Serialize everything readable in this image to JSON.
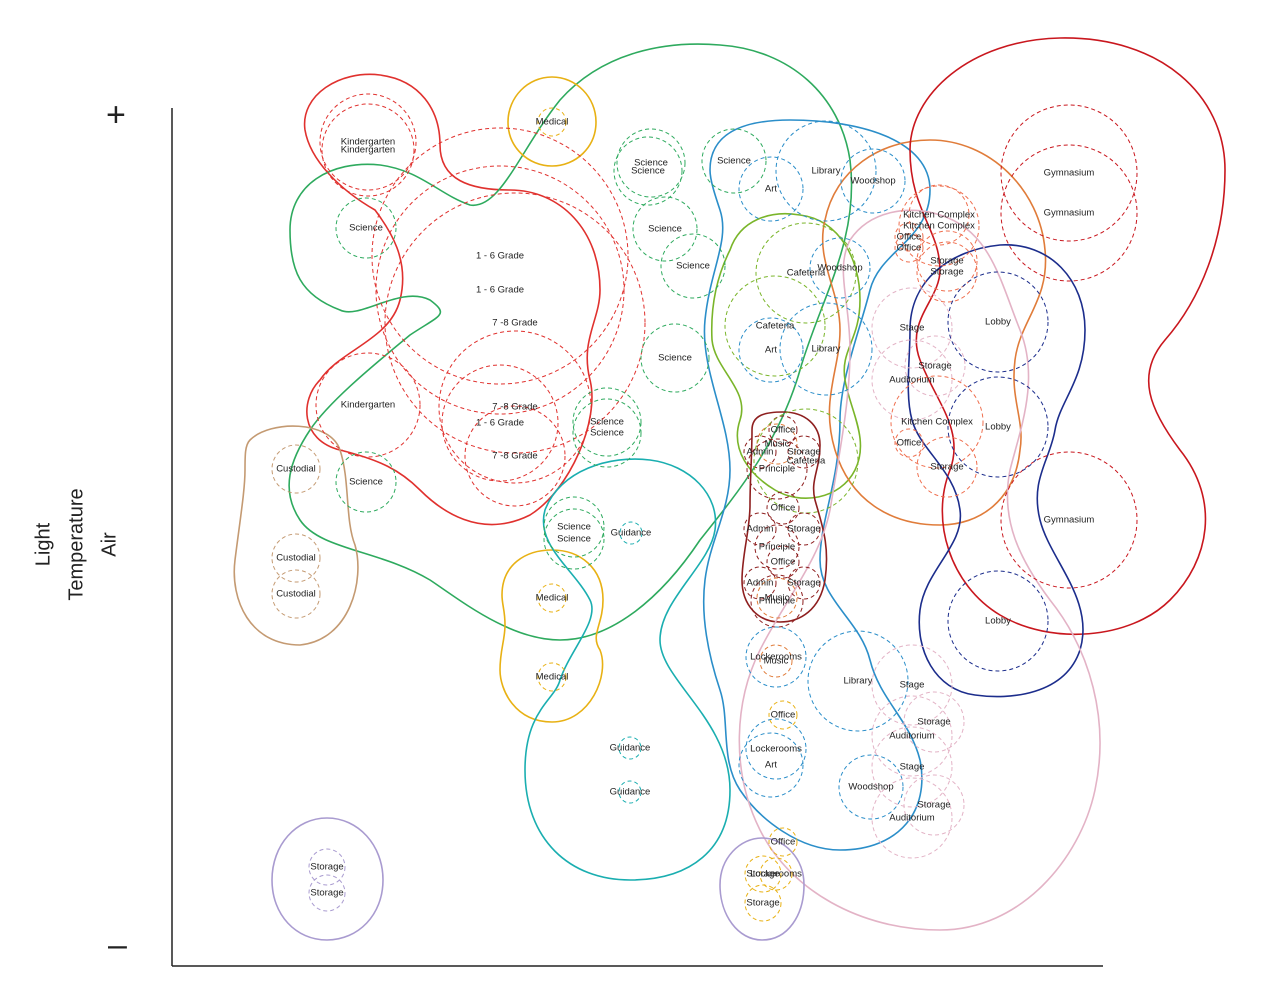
{
  "axis": {
    "labels": [
      "Light",
      "Temperature",
      "Air"
    ],
    "high_mark": "+",
    "low_mark": "–"
  },
  "colors": {
    "kindergarten_elementary": "#e0312e",
    "science": "#2eaa5e",
    "medical": "#e8b114",
    "custodial": "#c49a72",
    "guidance": "#1aaeb0",
    "library_art": "#2b8ec9",
    "cafeteria": "#7ab52a",
    "admin": "#8e1f1f",
    "music": "#e07c3a",
    "kitchen": "#ef6f4f",
    "gymnasium": "#c9171e",
    "lobby": "#1c2d8c",
    "auditorium": "#e3b3c6",
    "storage": "#a99bd0"
  },
  "rooms": [
    {
      "label": "Kindergarten",
      "group": "kindergarten_elementary"
    },
    {
      "label": "Kindergarten",
      "group": "kindergarten_elementary"
    },
    {
      "label": "Science",
      "group": "science"
    },
    {
      "label": "1 - 6 Grade",
      "group": "kindergarten_elementary"
    },
    {
      "label": "1 - 6 Grade",
      "group": "kindergarten_elementary"
    },
    {
      "label": "7 -8 Grade",
      "group": "kindergarten_elementary"
    },
    {
      "label": "Kindergarten",
      "group": "kindergarten_elementary"
    },
    {
      "label": "7 -8 Grade",
      "group": "kindergarten_elementary"
    },
    {
      "label": "1 - 6 Grade",
      "group": "kindergarten_elementary"
    },
    {
      "label": "7 -8 Grade",
      "group": "kindergarten_elementary"
    },
    {
      "label": "Science",
      "group": "science"
    },
    {
      "label": "Custodial",
      "group": "custodial"
    },
    {
      "label": "Custodial",
      "group": "custodial"
    },
    {
      "label": "Custodial",
      "group": "custodial"
    },
    {
      "label": "Medical",
      "group": "medical"
    },
    {
      "label": "Science",
      "group": "science"
    },
    {
      "label": "Science",
      "group": "science"
    },
    {
      "label": "Science",
      "group": "science"
    },
    {
      "label": "Science",
      "group": "science"
    },
    {
      "label": "Science",
      "group": "science"
    },
    {
      "label": "Science",
      "group": "science"
    },
    {
      "label": "Science",
      "group": "science"
    },
    {
      "label": "Science",
      "group": "science"
    },
    {
      "label": "Science",
      "group": "science"
    },
    {
      "label": "Science",
      "group": "science"
    },
    {
      "label": "Guidance",
      "group": "guidance"
    },
    {
      "label": "Medical",
      "group": "medical"
    },
    {
      "label": "Medical",
      "group": "medical"
    },
    {
      "label": "Guidance",
      "group": "guidance"
    },
    {
      "label": "Guidance",
      "group": "guidance"
    },
    {
      "label": "Storage",
      "group": "storage"
    },
    {
      "label": "Storage",
      "group": "storage"
    },
    {
      "label": "Art",
      "group": "library_art"
    },
    {
      "label": "Library",
      "group": "library_art"
    },
    {
      "label": "Woodshop",
      "group": "library_art"
    },
    {
      "label": "Cafeteria",
      "group": "cafeteria"
    },
    {
      "label": "Woodshop",
      "group": "library_art"
    },
    {
      "label": "Cafeteria",
      "group": "cafeteria"
    },
    {
      "label": "Art",
      "group": "library_art"
    },
    {
      "label": "Library",
      "group": "library_art"
    },
    {
      "label": "Office",
      "group": "admin"
    },
    {
      "label": "Music",
      "group": "music"
    },
    {
      "label": "Admin",
      "group": "admin"
    },
    {
      "label": "Storage",
      "group": "admin"
    },
    {
      "label": "Cafeteria",
      "group": "cafeteria"
    },
    {
      "label": "Principle",
      "group": "admin"
    },
    {
      "label": "Office",
      "group": "admin"
    },
    {
      "label": "Admin",
      "group": "admin"
    },
    {
      "label": "Storage",
      "group": "admin"
    },
    {
      "label": "Principle",
      "group": "admin"
    },
    {
      "label": "Office",
      "group": "admin"
    },
    {
      "label": "Admin",
      "group": "admin"
    },
    {
      "label": "Storage",
      "group": "admin"
    },
    {
      "label": "Music",
      "group": "music"
    },
    {
      "label": "Principle",
      "group": "admin"
    },
    {
      "label": "Lockerooms",
      "group": "library_art"
    },
    {
      "label": "Music",
      "group": "music"
    },
    {
      "label": "Library",
      "group": "library_art"
    },
    {
      "label": "Office",
      "group": "medical"
    },
    {
      "label": "Lockerooms",
      "group": "library_art"
    },
    {
      "label": "Art",
      "group": "library_art"
    },
    {
      "label": "Woodshop",
      "group": "library_art"
    },
    {
      "label": "Office",
      "group": "medical"
    },
    {
      "label": "Storage",
      "group": "medical"
    },
    {
      "label": "Lockerooms",
      "group": "medical"
    },
    {
      "label": "Storage",
      "group": "medical"
    },
    {
      "label": "Kitchen Complex",
      "group": "kitchen"
    },
    {
      "label": "Kitchen Complex",
      "group": "kitchen"
    },
    {
      "label": "Office",
      "group": "kitchen"
    },
    {
      "label": "Office",
      "group": "kitchen"
    },
    {
      "label": "Storage",
      "group": "kitchen"
    },
    {
      "label": "Storage",
      "group": "kitchen"
    },
    {
      "label": "Stage",
      "group": "auditorium"
    },
    {
      "label": "Storage",
      "group": "auditorium"
    },
    {
      "label": "Auditorium",
      "group": "auditorium"
    },
    {
      "label": "Kitchen Complex",
      "group": "kitchen"
    },
    {
      "label": "Office",
      "group": "kitchen"
    },
    {
      "label": "Storage",
      "group": "kitchen"
    },
    {
      "label": "Stage",
      "group": "auditorium"
    },
    {
      "label": "Storage",
      "group": "auditorium"
    },
    {
      "label": "Auditorium",
      "group": "auditorium"
    },
    {
      "label": "Stage",
      "group": "auditorium"
    },
    {
      "label": "Storage",
      "group": "auditorium"
    },
    {
      "label": "Auditorium",
      "group": "auditorium"
    },
    {
      "label": "Gymnasium",
      "group": "gymnasium"
    },
    {
      "label": "Gymnasium",
      "group": "gymnasium"
    },
    {
      "label": "Gymnasium",
      "group": "gymnasium"
    },
    {
      "label": "Lobby",
      "group": "lobby"
    },
    {
      "label": "Lobby",
      "group": "lobby"
    },
    {
      "label": "Lobby",
      "group": "lobby"
    }
  ]
}
